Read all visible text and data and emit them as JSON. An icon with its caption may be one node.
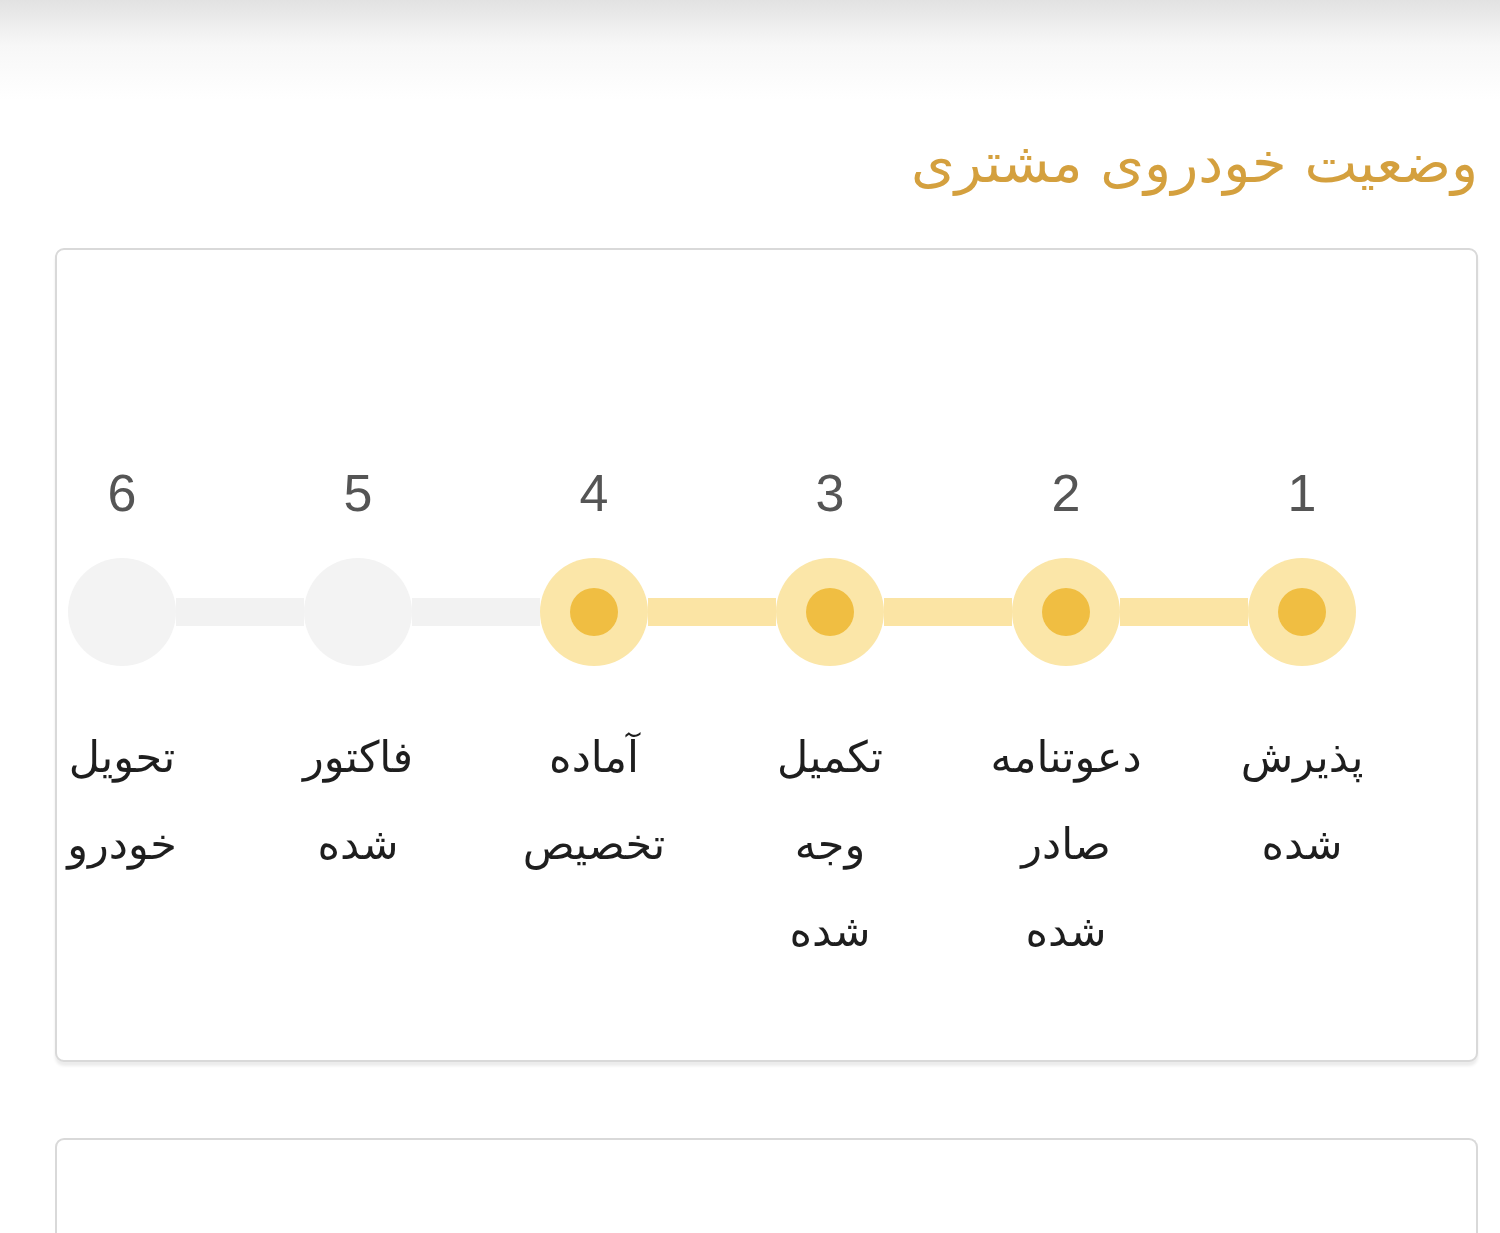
{
  "diagram": {
    "title": "وضعیت خودروی مشتری",
    "nodes": [
      {
        "text": [],
        "shape": "box"
      },
      {
        "text": [
          "1",
          "پذیرش شده"
        ],
        "in": 0
      },
      {
        "text": [
          "2",
          "دعوتنامه صادر شده"
        ],
        "in": 0
      },
      {
        "text": [
          "3",
          "تکمیل وجه شده"
        ],
        "in": 0
      },
      {
        "text": [
          "4",
          "آماده تخصیص"
        ],
        "in": 0
      },
      {
        "text": [
          "5",
          "فاکتور شده"
        ],
        "in": 0
      },
      {
        "text": [
          "6",
          "تحویل خودرو"
        ],
        "in": 0
      },
      {
        "text": [],
        "shape": "box"
      }
    ],
    "edges": [
      {
        "from": 1,
        "to": 2,
        "arrow": "none"
      },
      {
        "from": 2,
        "to": 3,
        "arrow": "none"
      },
      {
        "from": 3,
        "to": 4,
        "arrow": "none"
      },
      {
        "from": 4,
        "to": 5,
        "arrow": "none",
        "color": "#f2f2f2"
      },
      {
        "from": 5,
        "to": 6,
        "arrow": "none",
        "color": "#f2f2f2"
      }
    ]
  }
}
